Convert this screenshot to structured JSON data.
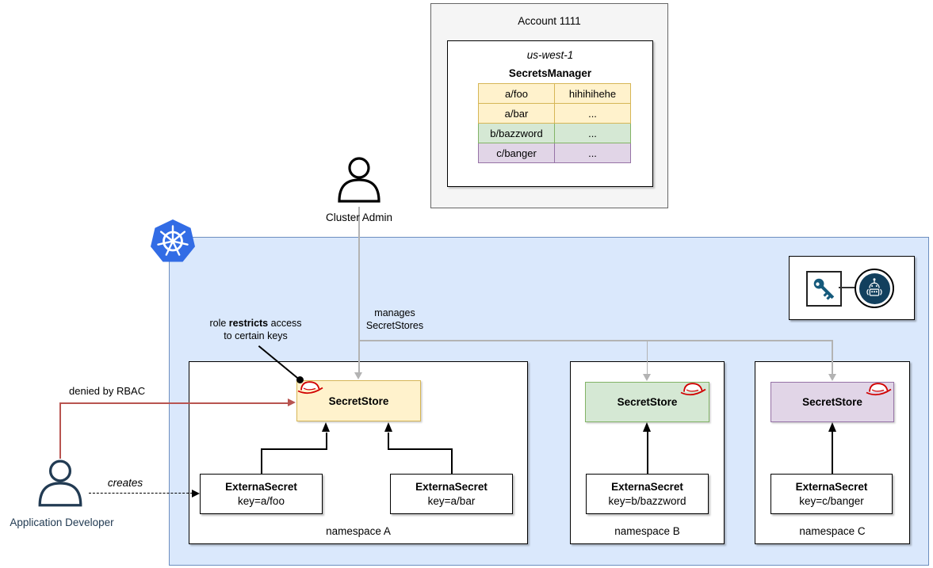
{
  "account": {
    "title": "Account 1111",
    "region": "us-west-1",
    "service": "SecretsManager",
    "secrets": [
      {
        "key": "a/foo",
        "value": "hihihihehe",
        "color": "#fff2cc"
      },
      {
        "key": "a/bar",
        "value": "...",
        "color": "#fff2cc"
      },
      {
        "key": "b/bazzword",
        "value": "...",
        "color": "#d5e8d4"
      },
      {
        "key": "c/banger",
        "value": "...",
        "color": "#e1d5e7"
      }
    ]
  },
  "actors": {
    "cluster_admin": "Cluster Admin",
    "app_developer": "Application Developer"
  },
  "labels": {
    "manages_line1": "manages",
    "manages_line2": "SecretStores",
    "role_line1_pre": "role ",
    "role_line1_bold": "restricts",
    "role_line1_post": " access",
    "role_line2": "to certain keys",
    "denied": "denied by RBAC",
    "creates": "creates"
  },
  "namespaces": [
    {
      "name": "namespace A",
      "store": "SecretStore",
      "secrets": [
        {
          "title": "ExternaSecret",
          "key": "key=a/foo"
        },
        {
          "title": "ExternaSecret",
          "key": "key=a/bar"
        }
      ]
    },
    {
      "name": "namespace B",
      "store": "SecretStore",
      "secrets": [
        {
          "title": "ExternaSecret",
          "key": "key=b/bazzword"
        }
      ]
    },
    {
      "name": "namespace C",
      "store": "SecretStore",
      "secrets": [
        {
          "title": "ExternaSecret",
          "key": "key=c/banger"
        }
      ]
    }
  ],
  "icons": {
    "kubernetes_logo": "kubernetes-logo",
    "key_icon": "key-icon",
    "robot_icon": "external-secrets-robot-icon",
    "redhat_fedora": "redhat-fedora-icon"
  },
  "colors": {
    "cluster_bg": "#dae8fc",
    "cluster_border": "#6c8ebf",
    "k8s_blue": "#326ce5",
    "yellow_fill": "#fff2cc",
    "yellow_border": "#d6b656",
    "green_fill": "#d5e8d4",
    "green_border": "#82b366",
    "purple_fill": "#e1d5e7",
    "purple_border": "#9673a6",
    "red_arrow": "#b85450",
    "gray_arrow": "#b3b3b3",
    "fedora_red": "#d10000",
    "developer_navy": "#223b53",
    "robot_navy": "#12405e",
    "key_teal": "#155a7c"
  }
}
